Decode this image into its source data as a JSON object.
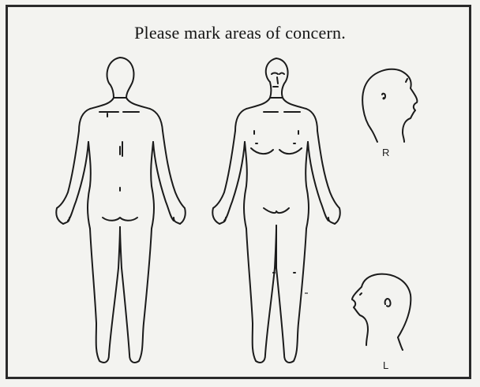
{
  "form": {
    "title": "Please mark areas of concern."
  },
  "views": {
    "right_side_label": "R",
    "left_side_label": "L"
  }
}
